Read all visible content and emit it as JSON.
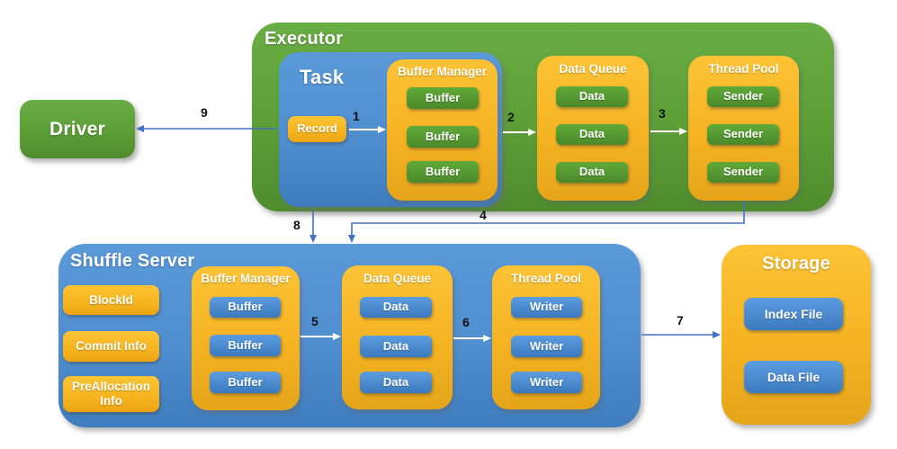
{
  "driver": {
    "label": "Driver"
  },
  "executor": {
    "title": "Executor",
    "task": {
      "title": "Task",
      "record_label": "Record"
    },
    "buffer_manager": {
      "title": "Buffer Manager",
      "items": [
        "Buffer",
        "Buffer",
        "Buffer"
      ]
    },
    "data_queue": {
      "title": "Data Queue",
      "items": [
        "Data",
        "Data",
        "Data"
      ]
    },
    "thread_pool": {
      "title": "Thread Pool",
      "items": [
        "Sender",
        "Sender",
        "Sender"
      ]
    }
  },
  "shuffle_server": {
    "title": "Shuffle Server",
    "meta": [
      "BlockId",
      "Commit Info",
      "PreAllocation Info"
    ],
    "buffer_manager": {
      "title": "Buffer Manager",
      "items": [
        "Buffer",
        "Buffer",
        "Buffer"
      ]
    },
    "data_queue": {
      "title": "Data Queue",
      "items": [
        "Data",
        "Data",
        "Data"
      ]
    },
    "thread_pool": {
      "title": "Thread Pool",
      "items": [
        "Writer",
        "Writer",
        "Writer"
      ]
    }
  },
  "storage": {
    "title": "Storage",
    "items": [
      "Index File",
      "Data File"
    ]
  },
  "arrow_labels": [
    "1",
    "2",
    "3",
    "4",
    "5",
    "6",
    "7",
    "8",
    "9"
  ],
  "colors": {
    "green": "#5d9e37",
    "blue": "#4f8ecf",
    "orange": "#f5b322",
    "arrow_blue": "#4472c4",
    "arrow_white": "#ffffff",
    "label_text": "#ffffff",
    "number_text": "#111111"
  }
}
